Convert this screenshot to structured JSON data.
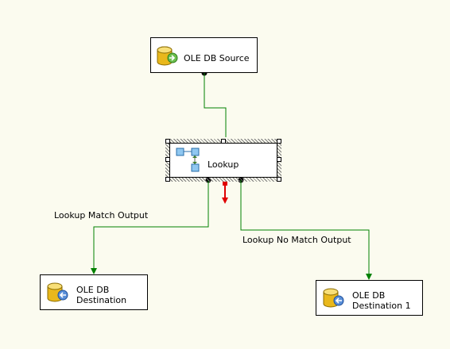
{
  "components": {
    "source": {
      "label": "OLE DB Source",
      "icon": "ole-db-source-icon"
    },
    "lookup": {
      "label": "Lookup",
      "icon": "lookup-icon"
    },
    "destination": {
      "label_line1": "OLE DB",
      "label_line2": "Destination",
      "icon": "ole-db-destination-icon"
    },
    "destination1": {
      "label_line1": "OLE DB",
      "label_line2": "Destination 1",
      "icon": "ole-db-destination-icon"
    }
  },
  "paths": {
    "match_output": "Lookup Match Output",
    "no_match_output": "Lookup No Match Output"
  },
  "colors": {
    "background": "#fbfbef",
    "data_path": "#008000",
    "error_path": "#e00000"
  }
}
